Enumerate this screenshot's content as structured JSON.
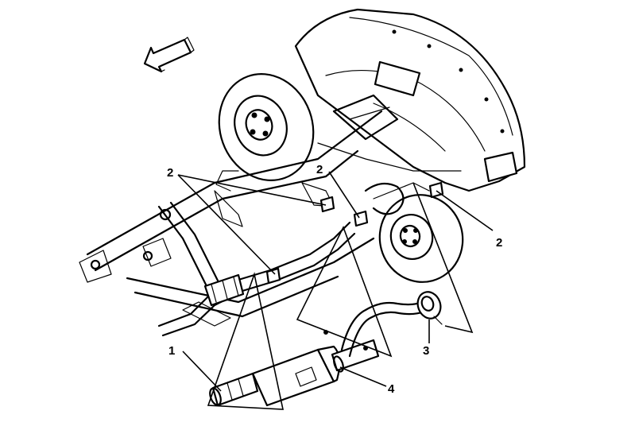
{
  "callouts": {
    "c1": "1",
    "c2a": "2",
    "c2b": "2",
    "c2c": "2",
    "c3": "3",
    "c4": "4"
  },
  "colors": {
    "ink": "#000000",
    "paper": "#ffffff"
  },
  "icons": {
    "direction": "front-direction-arrow-icon"
  }
}
